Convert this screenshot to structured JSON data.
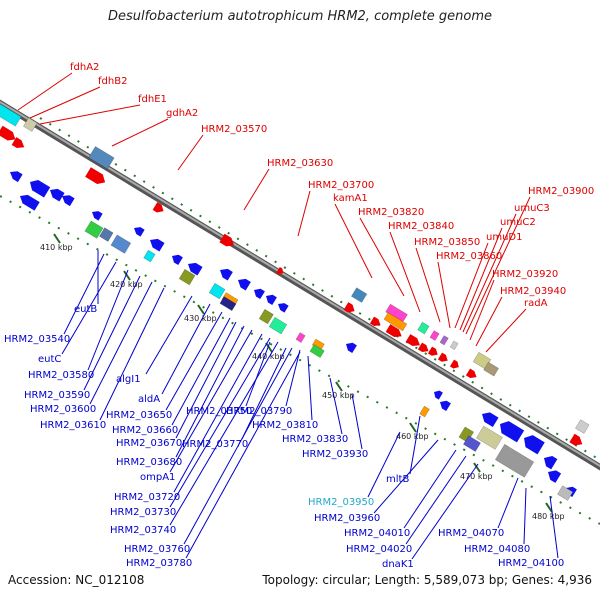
{
  "title": "Desulfobacterium autotrophicum HRM2, complete genome",
  "footer": {
    "accession": "Accession: NC_012108",
    "topology": "Topology: circular; Length: 5,589,073 bp; Genes: 4,936"
  },
  "colors": {
    "forward_label": "#dd0000",
    "reverse_label": "#0000cc",
    "highlight_label": "#22aacc",
    "backbone": "#999999",
    "tick": "#226622"
  },
  "ticks": [
    {
      "label": "410 kbp"
    },
    {
      "label": "420 kbp"
    },
    {
      "label": "430 kbp"
    },
    {
      "label": "440 kbp"
    },
    {
      "label": "450 kbp"
    },
    {
      "label": "460 kbp"
    },
    {
      "label": "470 kbp"
    },
    {
      "label": "480 kbp"
    }
  ],
  "forward_genes": [
    "fdhA2",
    "fdhB2",
    "fdhE1",
    "gdhA2",
    "HRM2_03570",
    "HRM2_03630",
    "HRM2_03700",
    "kamA1",
    "HRM2_03820",
    "HRM2_03840",
    "HRM2_03850",
    "HRM2_03860",
    "umuD1",
    "umuC2",
    "umuC3",
    "HRM2_03900",
    "HRM2_03920",
    "HRM2_03940",
    "radA"
  ],
  "reverse_genes": [
    "eutB",
    "HRM2_03540",
    "eutC",
    "HRM2_03580",
    "HRM2_03590",
    "HRM2_03600",
    "HRM2_03610",
    "algI1",
    "aldA",
    "HRM2_03650",
    "HRM2_03660",
    "HRM2_03670",
    "HRM2_03680",
    "ompA1",
    "HRM2_03720",
    "HRM2_03730",
    "HRM2_03740",
    "HRM2_03750",
    "HRM2_03760",
    "HRM2_03770",
    "HRM2_03780",
    "HRM2_03790",
    "HRM2_03810",
    "HRM2_03830",
    "HRM2_03930",
    "mltB",
    "HRM2_03950",
    "HRM2_03960",
    "HRM2_04010",
    "HRM2_04020",
    "dnaK1",
    "HRM2_04070",
    "HRM2_04080",
    "HRM2_04100"
  ],
  "highlighted_gene": "HRM2_03950"
}
